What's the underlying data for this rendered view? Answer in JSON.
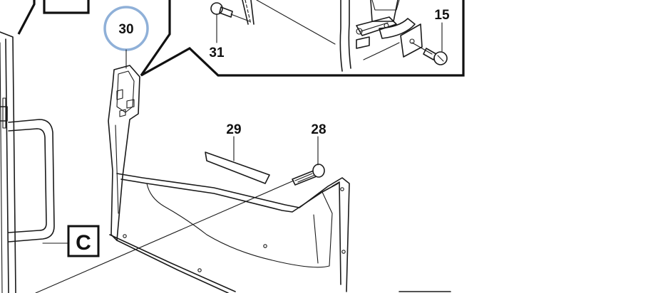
{
  "callouts": {
    "c30": "30",
    "c31": "31",
    "c15": "15",
    "c29": "29",
    "c28": "28"
  },
  "reference_box": {
    "letter": "C"
  },
  "colors": {
    "line": "#1a1a1a",
    "highlight_circle": "#8fb0d8",
    "background": "#ffffff"
  }
}
